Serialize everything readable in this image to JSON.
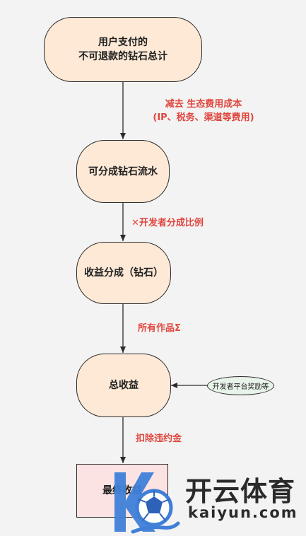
{
  "nodes": {
    "total_diamonds": {
      "line1": "用户支付的",
      "line2": "不可退款的钻石总计"
    },
    "divisible_flow": {
      "label": "可分成钻石流水"
    },
    "revenue_share": {
      "label": "收益分成（钻石）"
    },
    "total_revenue": {
      "label": "总收益"
    },
    "final_revenue": {
      "label": "最终收益"
    },
    "platform_rewards": {
      "label": "开发者平台奖励等"
    }
  },
  "edges": {
    "deduct_costs": {
      "line1": "减去 生态费用成本",
      "line2": "(IP、税务、渠道等费用)"
    },
    "multiply_ratio": {
      "label": "✕开发者分成比例"
    },
    "sum_works": {
      "label": "所有作品Σ"
    },
    "deduct_penalty": {
      "label": "扣除违约金"
    }
  },
  "watermark": {
    "brand_cn": "开云体育",
    "brand_en": "kaiyun.com"
  },
  "colors": {
    "node_fill": "#fde9d6",
    "final_fill": "#fbe3e3",
    "ellipse_fill": "#e8f3ea",
    "label_red": "#e0463e",
    "stroke": "#2b2b2b"
  }
}
